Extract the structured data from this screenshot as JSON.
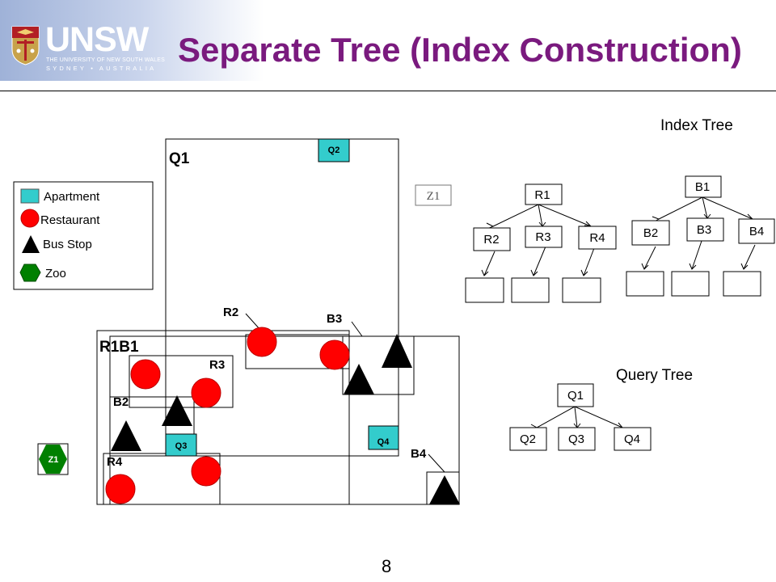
{
  "header": {
    "logo_text": "UNSW",
    "logo_subtitle_1": "THE UNIVERSITY OF NEW SOUTH WALES",
    "logo_subtitle_2": "SYDNEY • AUSTRALIA",
    "title": "Separate Tree (Index Construction)"
  },
  "legend": {
    "items": [
      {
        "label": "Apartment",
        "icon": "cyan-square-icon"
      },
      {
        "label": "Restaurant",
        "icon": "red-circle-icon"
      },
      {
        "label": "Bus Stop",
        "icon": "black-triangle-icon"
      },
      {
        "label": "Zoo",
        "icon": "green-hexagon-icon"
      }
    ]
  },
  "map": {
    "region_labels": {
      "q1": "Q1",
      "r1b1": "R1B1",
      "r2": "R2",
      "r3": "R3",
      "r4": "R4",
      "b2": "B2",
      "b3": "B3",
      "b4": "B4"
    },
    "apartments": {
      "q2": "Q2",
      "q3": "Q3",
      "q4": "Q4"
    },
    "zoo": "Z1",
    "z1_box": "Z1"
  },
  "index_tree": {
    "title": "Index Tree",
    "r_root": "R1",
    "r_children": [
      "R2",
      "R3",
      "R4"
    ],
    "b_root": "B1",
    "b_children": [
      "B2",
      "B3",
      "B4"
    ]
  },
  "query_tree": {
    "title": "Query Tree",
    "root": "Q1",
    "children": [
      "Q2",
      "Q3",
      "Q4"
    ]
  },
  "page_number": "8",
  "colors": {
    "title": "#7a1a7e",
    "apartment": "#33cccc",
    "restaurant": "#ff0000",
    "bus_stop": "#000000",
    "zoo": "#008000"
  }
}
